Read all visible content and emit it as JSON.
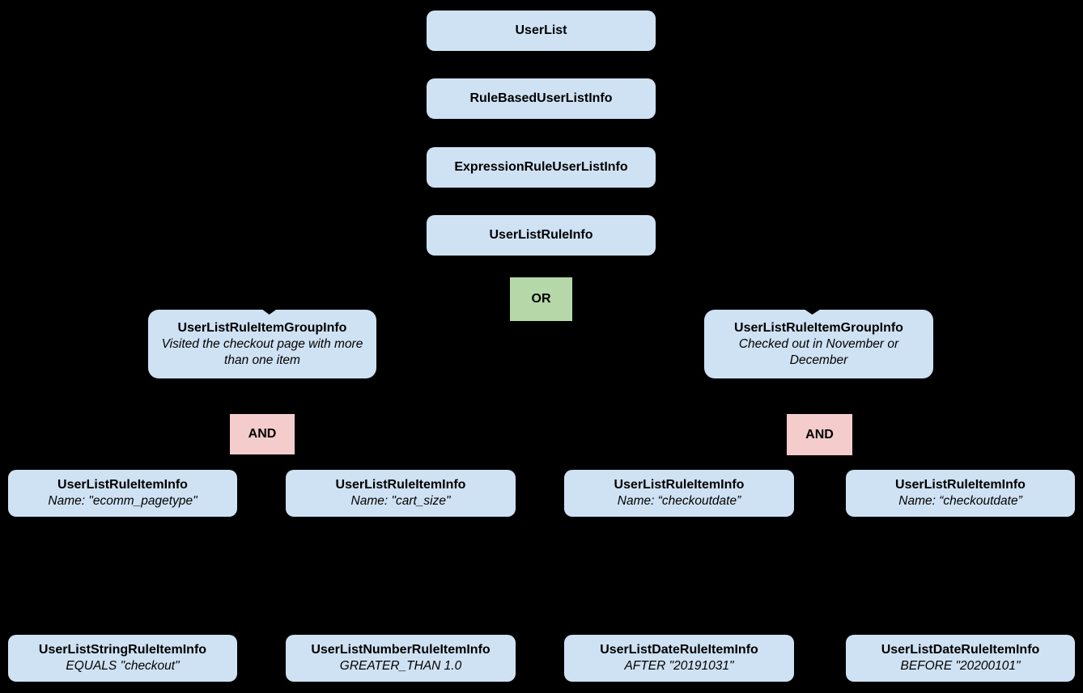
{
  "diagram": {
    "title_semantic": "UserList rule hierarchy diagram",
    "colors": {
      "background": "#000000",
      "node_fill": "#cfe2f3",
      "or_fill": "#b6d7a8",
      "and_fill": "#f4cccc",
      "text": "#000000"
    },
    "chain": [
      {
        "label": "UserList"
      },
      {
        "label": "RuleBasedUserListInfo"
      },
      {
        "label": "ExpressionRuleUserListInfo"
      },
      {
        "label": "UserListRuleInfo"
      }
    ],
    "operators": {
      "or_label": "OR",
      "and_left_label": "AND",
      "and_right_label": "AND"
    },
    "groups": [
      {
        "title": "UserListRuleItemGroupInfo",
        "subtitle": "Visited the checkout page with more than one item"
      },
      {
        "title": "UserListRuleItemGroupInfo",
        "subtitle": "Checked out in November or December"
      }
    ],
    "rule_items": [
      {
        "title": "UserListRuleItemInfo",
        "subtitle": "Name: \"ecomm_pagetype\""
      },
      {
        "title": "UserListRuleItemInfo",
        "subtitle": "Name: \"cart_size\""
      },
      {
        "title": "UserListRuleItemInfo",
        "subtitle": "Name: “checkoutdate”"
      },
      {
        "title": "UserListRuleItemInfo",
        "subtitle": "Name: “checkoutdate”"
      }
    ],
    "leaf_items": [
      {
        "title": "UserListStringRuleItemInfo",
        "subtitle": "EQUALS \"checkout\""
      },
      {
        "title": "UserListNumberRuleItemInfo",
        "subtitle": "GREATER_THAN 1.0"
      },
      {
        "title": "UserListDateRuleItemInfo",
        "subtitle": "AFTER \"20191031\""
      },
      {
        "title": "UserListDateRuleItemInfo",
        "subtitle": "BEFORE \"20200101\""
      }
    ]
  }
}
